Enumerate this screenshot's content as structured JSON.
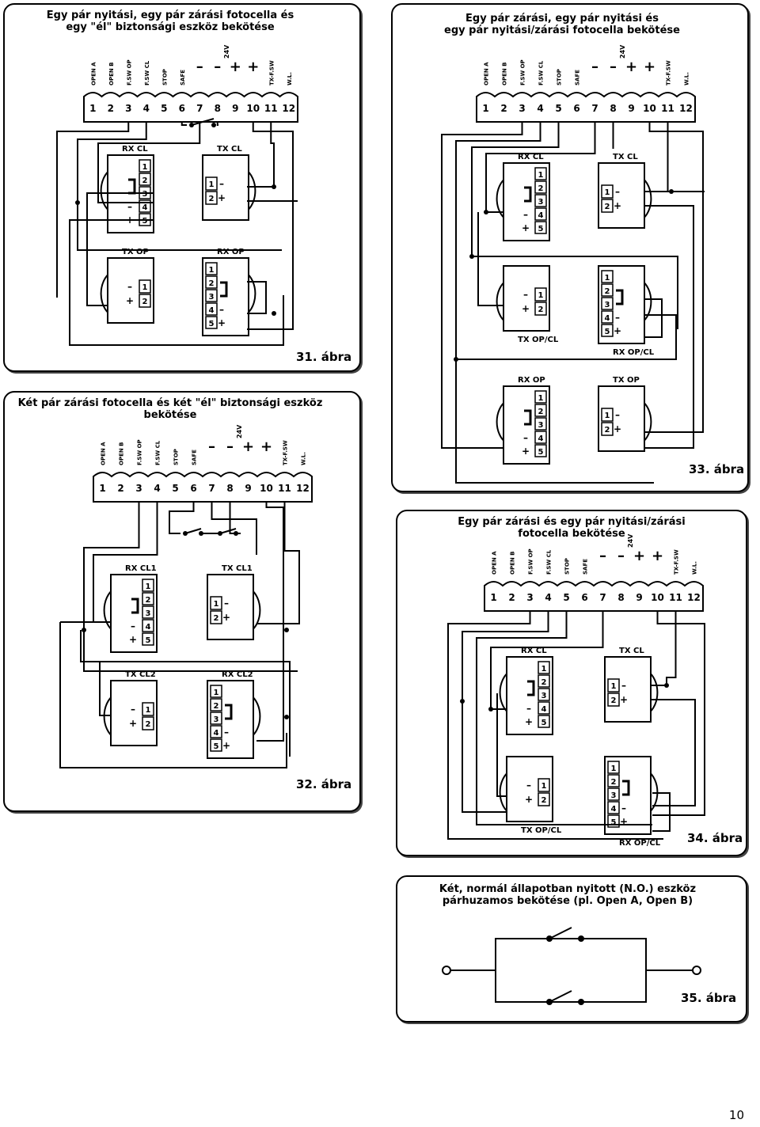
{
  "terminal_labels": [
    "OPEN A",
    "OPEN B",
    "F.SW OP",
    "F.SW CL",
    "STOP",
    "SAFE",
    "–",
    "–",
    "+",
    "+",
    "TX-F.SW",
    "W.L."
  ],
  "voltage_label": "24V",
  "terminal_numbers": [
    "1",
    "2",
    "3",
    "4",
    "5",
    "6",
    "7",
    "8",
    "9",
    "10",
    "11",
    "12"
  ],
  "pins": {
    "p1": "1",
    "p2": "2",
    "p3": "3",
    "p4": "4",
    "p5": "5",
    "minus": "–",
    "plus": "+"
  },
  "fig31": {
    "title_line1": "Egy pár nyitási, egy pár zárási fotocella és",
    "title_line2": "egy \"él\" biztonsági eszköz bekötése",
    "label": "31. ábra",
    "dev1": "RX CL",
    "dev2": "TX CL",
    "dev3": "TX OP",
    "dev4": "RX OP"
  },
  "fig32": {
    "title_line1": "Két pár zárási fotocella és két \"él\" biztonsági eszköz",
    "title_line2": "bekötése",
    "label": "32. ábra",
    "dev1": "RX CL1",
    "dev2": "TX CL1",
    "dev3": "TX CL2",
    "dev4": "RX CL2"
  },
  "fig33": {
    "title_line1": "Egy pár zárási, egy pár nyitási és",
    "title_line2": "egy pár nyitási/zárási fotocella bekötése",
    "label": "33. ábra",
    "dev1": "RX CL",
    "dev2": "TX CL",
    "dev3": "TX OP/CL",
    "dev4": "RX OP/CL",
    "dev5": "RX OP",
    "dev6": "TX OP"
  },
  "fig34": {
    "title_line1": "Egy pár zárási és egy pár nyitási/zárási",
    "title_line2": "fotocella bekötése",
    "label": "34. ábra",
    "dev1": "RX CL",
    "dev2": "TX CL",
    "dev3": "TX OP/CL",
    "dev4": "RX OP/CL"
  },
  "fig35": {
    "title_line1": "Két, normál állapotban nyitott (N.O.) eszköz",
    "title_line2": "párhuzamos bekötése (pl. Open A, Open B)",
    "label": "35. ábra"
  },
  "page_number": "10"
}
